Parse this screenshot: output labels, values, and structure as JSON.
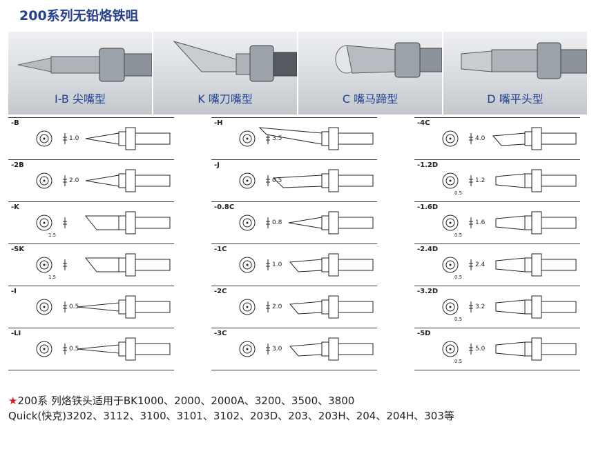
{
  "title": "200系列无铅烙铁咀",
  "photos": [
    {
      "caption": "I-B 尖嘴型",
      "icon": "conical-tip-photo"
    },
    {
      "caption": "K 嘴刀嘴型",
      "icon": "knife-tip-photo"
    },
    {
      "caption": "C 嘴马蹄型",
      "icon": "bevel-tip-photo"
    },
    {
      "caption": "D 嘴平头型",
      "icon": "chisel-tip-photo"
    }
  ],
  "columns": [
    [
      {
        "code": "-B",
        "dim": "1.0",
        "shape": "cone"
      },
      {
        "code": "-2B",
        "dim": "2.0",
        "shape": "cone"
      },
      {
        "code": "-K",
        "dim": "",
        "small": "1.5",
        "shape": "knife"
      },
      {
        "code": "-SK",
        "dim": "",
        "small": "1.5",
        "shape": "knife"
      },
      {
        "code": "-I",
        "dim": "0.5",
        "shape": "fine"
      },
      {
        "code": "-LI",
        "dim": "0.5",
        "shape": "fine"
      }
    ],
    [
      {
        "code": "-H",
        "dim": "3.5",
        "shape": "hook"
      },
      {
        "code": "-J",
        "dim": "0.5",
        "shape": "bent"
      },
      {
        "code": "-0.8C",
        "dim": "0.8",
        "shape": "cone"
      },
      {
        "code": "-1C",
        "dim": "1.0",
        "shape": "bevel"
      },
      {
        "code": "-2C",
        "dim": "2.0",
        "shape": "bevel"
      },
      {
        "code": "-3C",
        "dim": "3.0",
        "shape": "bevel"
      }
    ],
    [
      {
        "code": "-4C",
        "dim": "4.0",
        "shape": "bevel"
      },
      {
        "code": "-1.2D",
        "dim": "1.2",
        "small": "0.5",
        "shape": "chisel"
      },
      {
        "code": "-1.6D",
        "dim": "1.6",
        "small": "0.5",
        "shape": "chisel"
      },
      {
        "code": "-2.4D",
        "dim": "2.4",
        "small": "0.5",
        "shape": "chisel"
      },
      {
        "code": "-3.2D",
        "dim": "3.2",
        "small": "0.5",
        "shape": "chisel"
      },
      {
        "code": "-5D",
        "dim": "5.0",
        "small": "0.5",
        "shape": "chisel"
      }
    ]
  ],
  "footer": {
    "star": "★",
    "line1": "200系 列烙铁头适用于BK1000、2000、2000A、3200、3500、3800",
    "line2": "Quick(快克)3202、3112、3100、3101、3102、203D、203、203H、204、204H、303等"
  },
  "colors": {
    "title": "#27408b",
    "caption": "#1f3f8f",
    "star": "#d42020"
  }
}
